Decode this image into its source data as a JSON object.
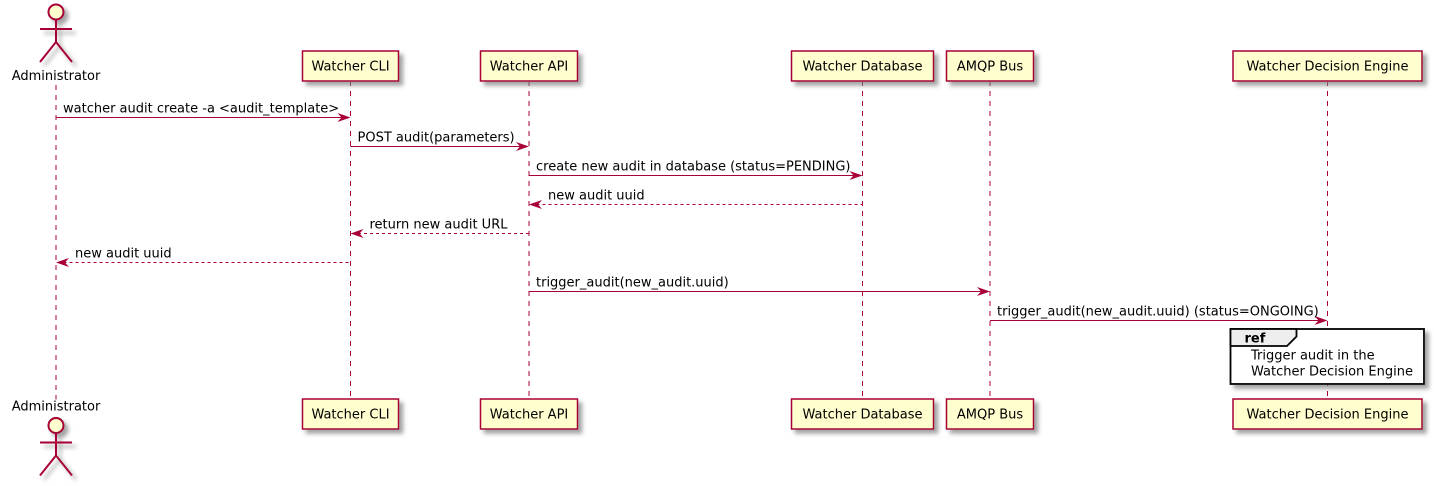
{
  "diagram": {
    "type": "sequence-diagram",
    "background": "#FFFFFF",
    "colors": {
      "shape_border": "#A80036",
      "shape_fill": "#FEFECE",
      "lifeline": "#A80036",
      "message_line": "#A80036",
      "text": "#000000",
      "ref_border": "#000000",
      "ref_fill": "#FFFFFF",
      "ref_tab_fill": "#EEEEEE",
      "shadow": "#888888"
    },
    "actor": {
      "name": "Administrator"
    },
    "participants": [
      {
        "label": "Watcher CLI"
      },
      {
        "label": "Watcher API"
      },
      {
        "label": "Watcher Database"
      },
      {
        "label": "AMQP Bus"
      },
      {
        "label": "Watcher Decision Engine"
      }
    ],
    "messages": [
      {
        "from": "Administrator",
        "to": "Watcher CLI",
        "label": "watcher audit create -a <audit_template>",
        "line": "solid"
      },
      {
        "from": "Watcher CLI",
        "to": "Watcher API",
        "label": "POST audit(parameters)",
        "line": "solid"
      },
      {
        "from": "Watcher API",
        "to": "Watcher Database",
        "label": "create new audit in database (status=PENDING)",
        "line": "solid"
      },
      {
        "from": "Watcher Database",
        "to": "Watcher API",
        "label": "new audit uuid",
        "line": "dashed"
      },
      {
        "from": "Watcher API",
        "to": "Watcher CLI",
        "label": "return new audit URL",
        "line": "dashed"
      },
      {
        "from": "Watcher CLI",
        "to": "Administrator",
        "label": "new audit uuid",
        "line": "dashed"
      },
      {
        "from": "Watcher API",
        "to": "AMQP Bus",
        "label": "trigger_audit(new_audit.uuid)",
        "line": "solid"
      },
      {
        "from": "AMQP Bus",
        "to": "Watcher Decision Engine",
        "label": "trigger_audit(new_audit.uuid) (status=ONGOING)",
        "line": "solid"
      }
    ],
    "ref": {
      "keyword": "ref",
      "lines": {
        "0": "Trigger audit in the",
        "1": "Watcher Decision Engine"
      }
    }
  }
}
